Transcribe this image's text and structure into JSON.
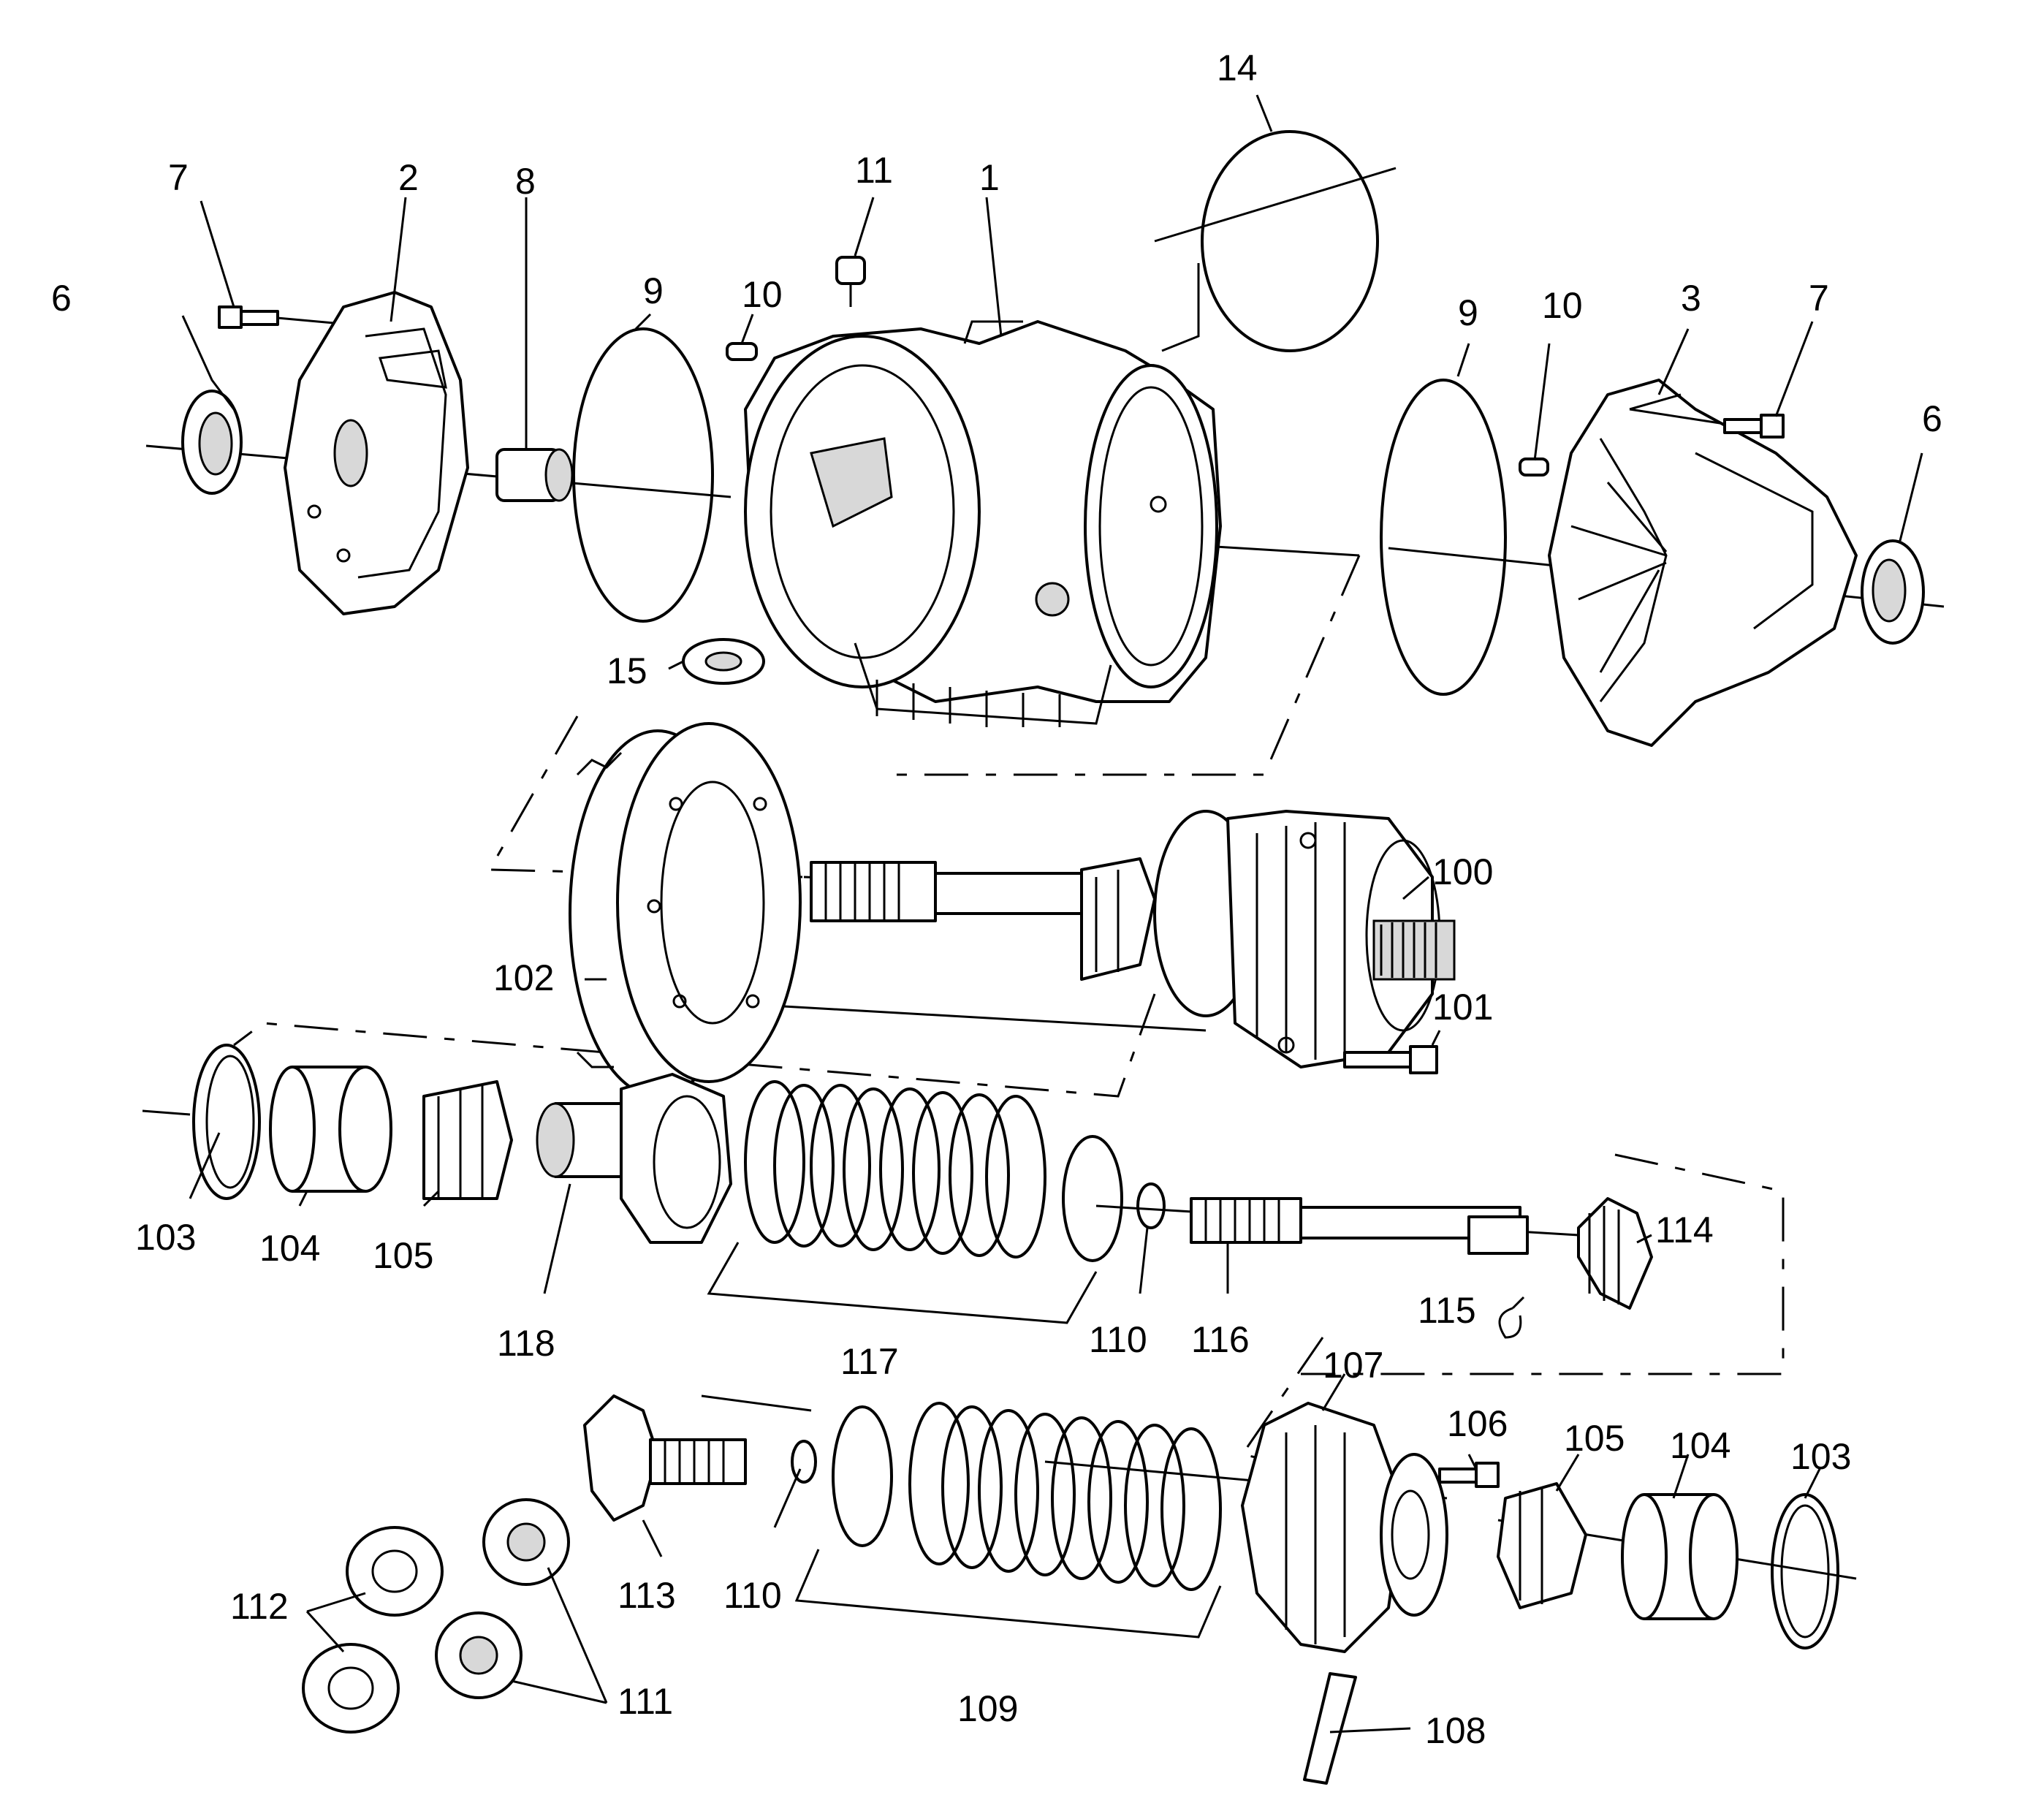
{
  "diagram": {
    "callouts": [
      {
        "id": "c1",
        "text": "1"
      },
      {
        "id": "c2",
        "text": "2"
      },
      {
        "id": "c3",
        "text": "3"
      },
      {
        "id": "c6a",
        "text": "6"
      },
      {
        "id": "c6b",
        "text": "6"
      },
      {
        "id": "c7a",
        "text": "7"
      },
      {
        "id": "c7b",
        "text": "7"
      },
      {
        "id": "c8",
        "text": "8"
      },
      {
        "id": "c9a",
        "text": "9"
      },
      {
        "id": "c9b",
        "text": "9"
      },
      {
        "id": "c10a",
        "text": "10"
      },
      {
        "id": "c10b",
        "text": "10"
      },
      {
        "id": "c11",
        "text": "11"
      },
      {
        "id": "c14",
        "text": "14"
      },
      {
        "id": "c15",
        "text": "15"
      },
      {
        "id": "c100",
        "text": "100"
      },
      {
        "id": "c101",
        "text": "101"
      },
      {
        "id": "c102",
        "text": "102"
      },
      {
        "id": "c103a",
        "text": "103"
      },
      {
        "id": "c103b",
        "text": "103"
      },
      {
        "id": "c104a",
        "text": "104"
      },
      {
        "id": "c104b",
        "text": "104"
      },
      {
        "id": "c105a",
        "text": "105"
      },
      {
        "id": "c105b",
        "text": "105"
      },
      {
        "id": "c106",
        "text": "106"
      },
      {
        "id": "c107",
        "text": "107"
      },
      {
        "id": "c108",
        "text": "108"
      },
      {
        "id": "c109",
        "text": "109"
      },
      {
        "id": "c110a",
        "text": "110"
      },
      {
        "id": "c110b",
        "text": "110"
      },
      {
        "id": "c111",
        "text": "111"
      },
      {
        "id": "c112",
        "text": "112"
      },
      {
        "id": "c113",
        "text": "113"
      },
      {
        "id": "c114",
        "text": "114"
      },
      {
        "id": "c115",
        "text": "115"
      },
      {
        "id": "c116",
        "text": "116"
      },
      {
        "id": "c117",
        "text": "117"
      },
      {
        "id": "c118",
        "text": "118"
      }
    ]
  }
}
